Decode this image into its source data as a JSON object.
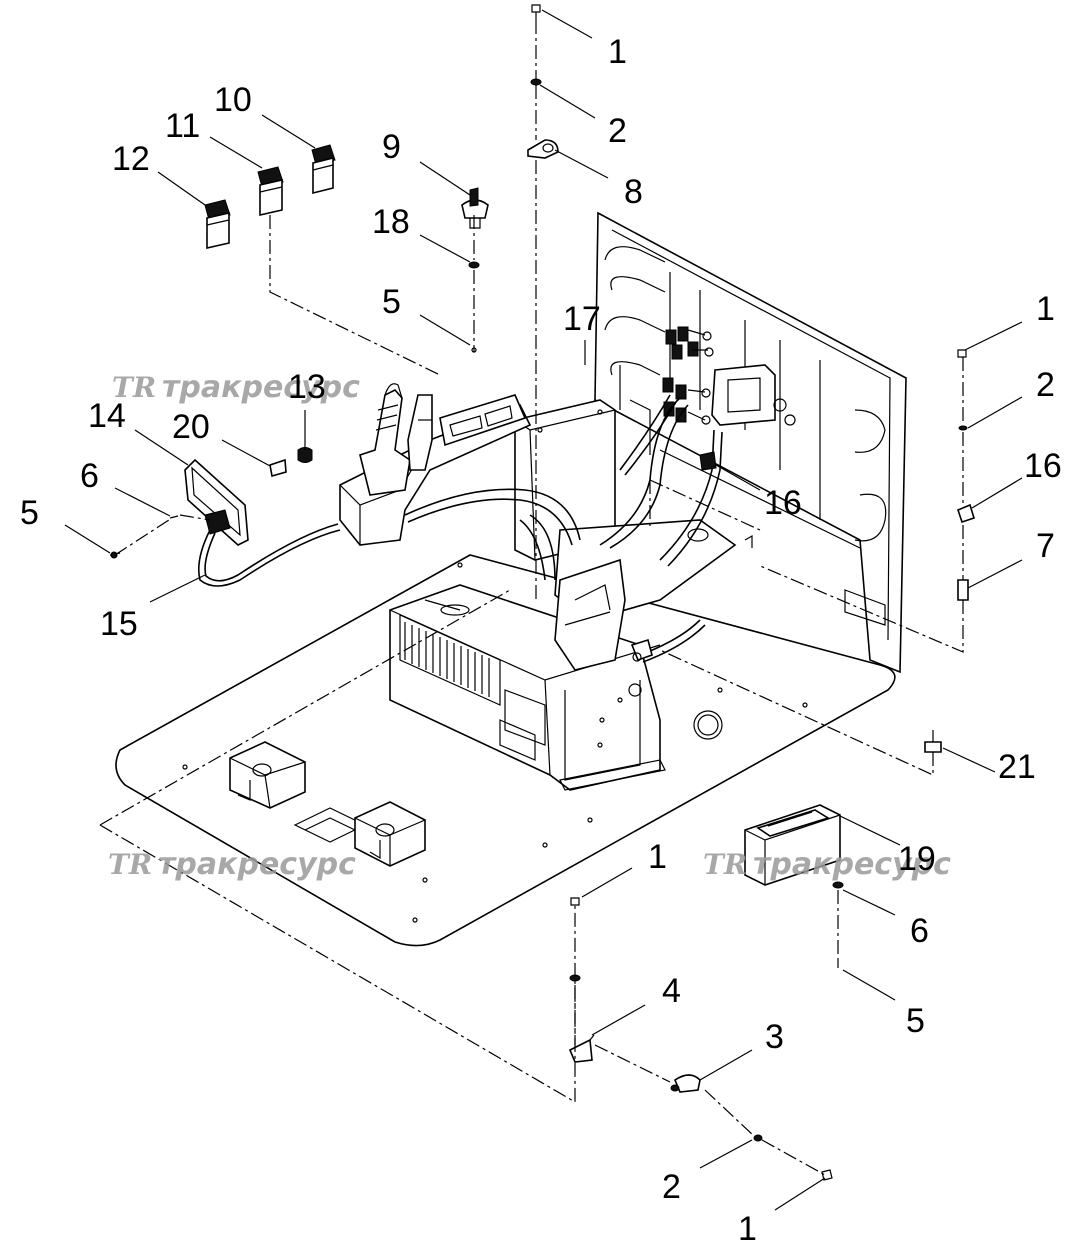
{
  "watermark": {
    "logo": "TR",
    "text": "тракресурс"
  },
  "callouts": [
    {
      "id": "c1a",
      "label": "1"
    },
    {
      "id": "c2a",
      "label": "2"
    },
    {
      "id": "c8",
      "label": "8"
    },
    {
      "id": "c9",
      "label": "9"
    },
    {
      "id": "c10",
      "label": "10"
    },
    {
      "id": "c11",
      "label": "11"
    },
    {
      "id": "c12",
      "label": "12"
    },
    {
      "id": "c18",
      "label": "18"
    },
    {
      "id": "c5a",
      "label": "5"
    },
    {
      "id": "c17",
      "label": "17"
    },
    {
      "id": "c1b",
      "label": "1"
    },
    {
      "id": "c2b",
      "label": "2"
    },
    {
      "id": "c16a",
      "label": "16"
    },
    {
      "id": "c16b",
      "label": "16"
    },
    {
      "id": "c7",
      "label": "7"
    },
    {
      "id": "c13",
      "label": "13"
    },
    {
      "id": "c14",
      "label": "14"
    },
    {
      "id": "c20",
      "label": "20"
    },
    {
      "id": "c6a",
      "label": "6"
    },
    {
      "id": "c5b",
      "label": "5"
    },
    {
      "id": "c15",
      "label": "15"
    },
    {
      "id": "c21",
      "label": "21"
    },
    {
      "id": "c19",
      "label": "19"
    },
    {
      "id": "c1c",
      "label": "1"
    },
    {
      "id": "c6b",
      "label": "6"
    },
    {
      "id": "c5c",
      "label": "5"
    },
    {
      "id": "c4",
      "label": "4"
    },
    {
      "id": "c3",
      "label": "3"
    },
    {
      "id": "c2c",
      "label": "2"
    },
    {
      "id": "c1d",
      "label": "1"
    }
  ]
}
